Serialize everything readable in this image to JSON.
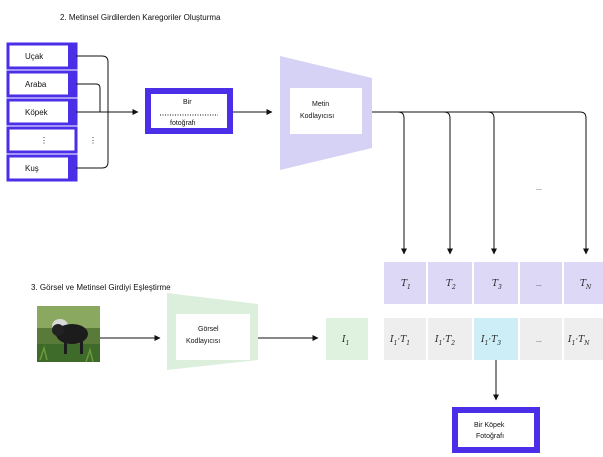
{
  "section2_title": "2. Metinsel Girdilerden Karegoriler Oluşturma",
  "section3_title": "3. Görsel ve Metinsel Girdiyi Eşleştirme",
  "categories": [
    "Uçak",
    "Araba",
    "Köpek",
    "Kuş"
  ],
  "vertical_ellipsis": "⋮",
  "ellipsis": "...",
  "template_box": {
    "line1": "Bir",
    "line2": "fotoğrafı"
  },
  "text_encoder": {
    "line1": "Metin",
    "line2": "Kodlayıcısı"
  },
  "image_encoder": {
    "line1": "Görsel",
    "line2": "Kodlayıcısı"
  },
  "text_embeddings": [
    "1",
    "2",
    "3",
    "N"
  ],
  "image_embedding": "1",
  "result": {
    "line1": "Bir Köpek",
    "line2": "Fotoğrafı"
  },
  "colors": {
    "accent": "#4a2ee8",
    "encoder_text": "#d6d2f5",
    "encoder_image": "#dcefdc",
    "t_cell": "#dcd8f6",
    "i_cell": "#eeeeee",
    "match_cell": "#cdeef7",
    "i1_cell": "#dff1df"
  },
  "icons": {
    "photo": "dog-photo-icon"
  }
}
